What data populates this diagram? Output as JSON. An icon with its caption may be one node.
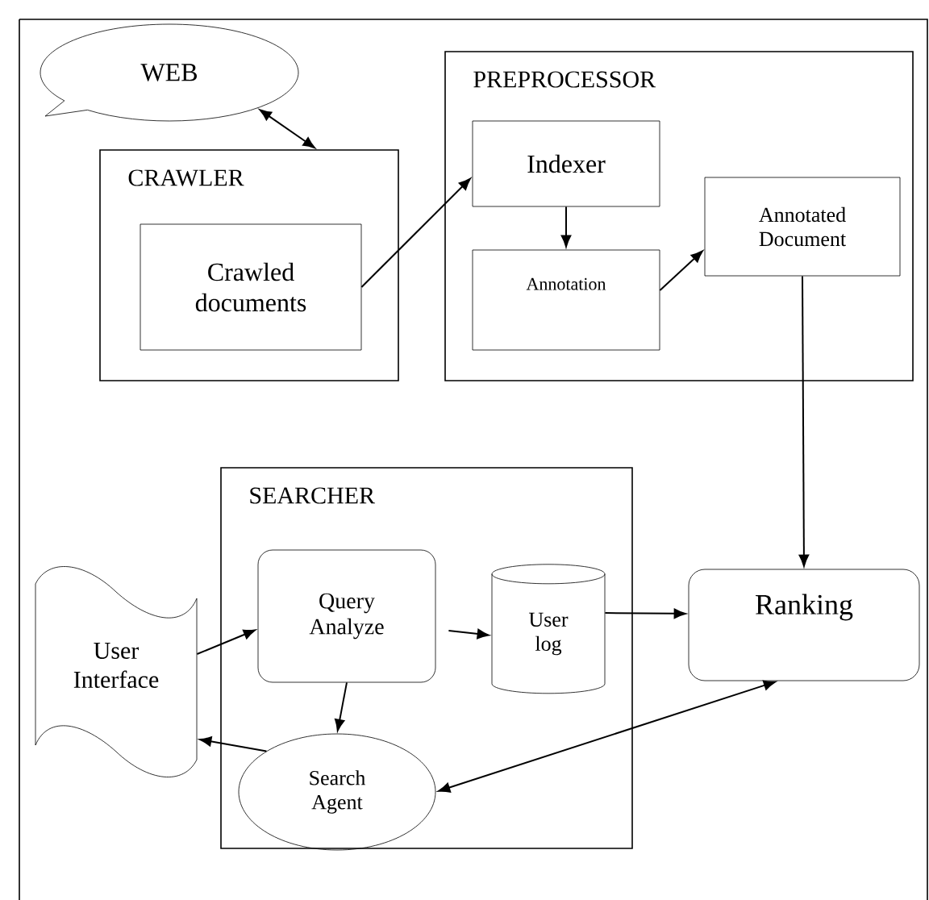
{
  "diagram": {
    "nodes": [
      {
        "text": [
          "WEB"
        ]
      },
      {
        "text": [
          "CRAWLER"
        ]
      },
      {
        "text": [
          "Crawled documents"
        ],
        "in": 1
      },
      {
        "text": [
          "PREPROCESSOR"
        ]
      },
      {
        "text": [
          "Indexer"
        ],
        "in": 3
      },
      {
        "text": [
          "Annotation"
        ],
        "in": 3
      },
      {
        "text": [
          "Annotated Document"
        ],
        "in": 3
      },
      {
        "text": [
          "SEARCHER"
        ]
      },
      {
        "text": [
          "User Interface"
        ]
      },
      {
        "text": [
          "Query Analyze"
        ],
        "in": 7
      },
      {
        "text": [
          "User log"
        ],
        "in": 7
      },
      {
        "text": [
          "Ranking"
        ]
      },
      {
        "text": [
          "Search Agent"
        ],
        "in": 7
      }
    ],
    "edges": [
      {
        "from": 0,
        "to": 1,
        "arrow": "both"
      },
      {
        "from": 2,
        "to": 4,
        "arrow": "to"
      },
      {
        "from": 4,
        "to": 5,
        "arrow": "to"
      },
      {
        "from": 5,
        "to": 6,
        "arrow": "to"
      },
      {
        "from": 6,
        "to": 11,
        "arrow": "to"
      },
      {
        "from": 8,
        "to": 9,
        "arrow": "to"
      },
      {
        "from": 9,
        "to": 10,
        "arrow": "to"
      },
      {
        "from": 10,
        "to": 11,
        "arrow": "to"
      },
      {
        "from": 9,
        "to": 12,
        "arrow": "to"
      },
      {
        "from": 12,
        "to": 8,
        "arrow": "to"
      },
      {
        "from": 11,
        "to": 12,
        "arrow": "both"
      }
    ]
  }
}
